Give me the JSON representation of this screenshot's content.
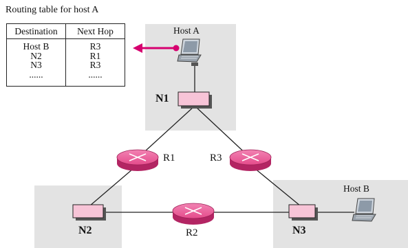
{
  "table": {
    "title": "Routing table for host A",
    "headers": [
      "Destination",
      "Next Hop"
    ],
    "rows": [
      [
        "Host B",
        "R3"
      ],
      [
        "N2",
        "R1"
      ],
      [
        "N3",
        "R3"
      ],
      [
        "......",
        "......"
      ]
    ]
  },
  "hosts": {
    "a": "Host A",
    "b": "Host B"
  },
  "networks": {
    "n1": "N1",
    "n2": "N2",
    "n3": "N3"
  },
  "routers": {
    "r1": "R1",
    "r2": "R2",
    "r3": "R3"
  },
  "colors": {
    "region": "#e3e3e3",
    "router_fill": "#e8508f",
    "router_dark": "#b32563",
    "switch_fill": "#f7c4d7",
    "arrow": "#d6006f",
    "line": "#222222"
  }
}
